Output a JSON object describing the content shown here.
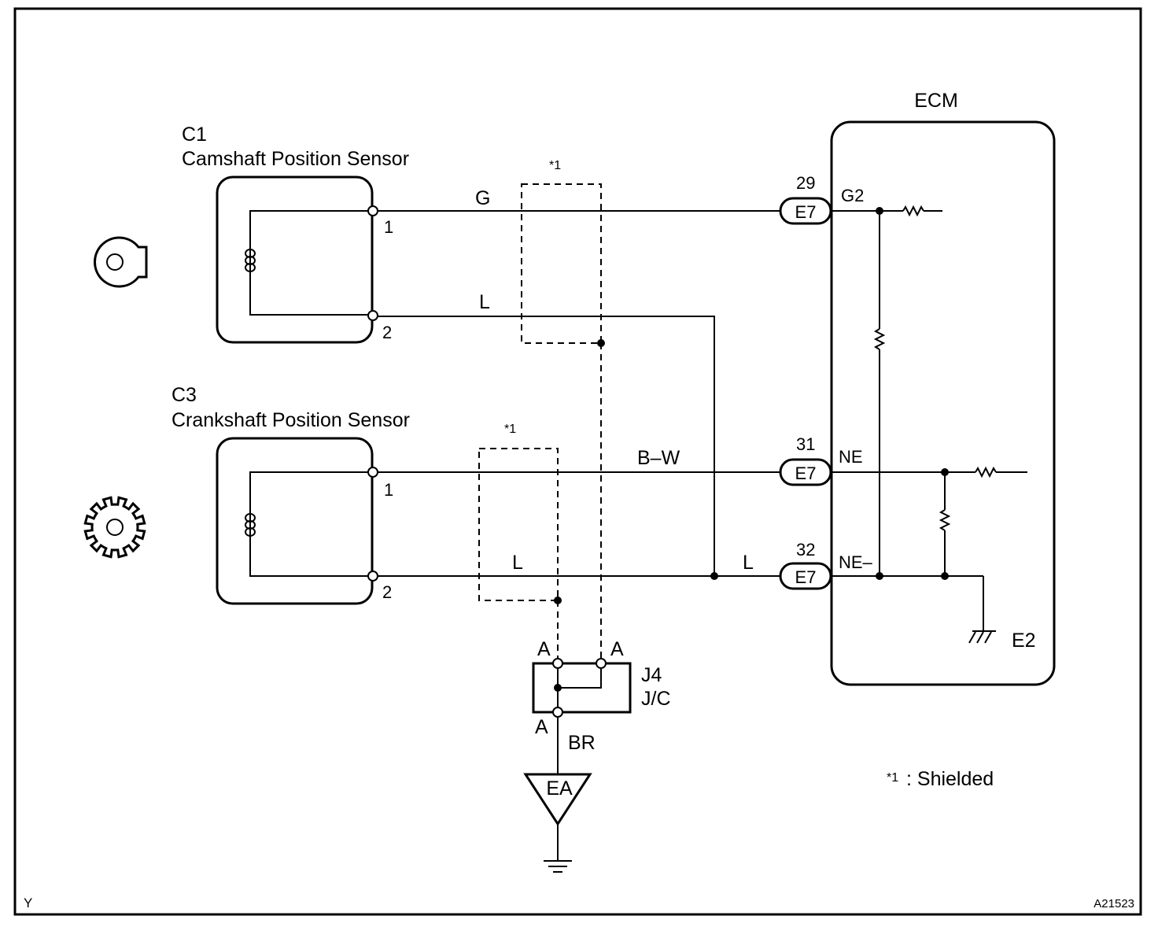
{
  "ecm": {
    "title": "ECM",
    "ground_label": "E2"
  },
  "camshaft_sensor": {
    "code": "C1",
    "name": "Camshaft Position Sensor",
    "pin1": "1",
    "pin2": "2"
  },
  "crankshaft_sensor": {
    "code": "C3",
    "name": "Crankshaft Position Sensor",
    "pin1": "1",
    "pin2": "2"
  },
  "shield_marks": {
    "mark1": "*1",
    "mark2": "*1"
  },
  "wires": {
    "g": "G",
    "l_cam": "L",
    "bw": "B–W",
    "l_crank": "L",
    "l_ecm": "L",
    "br": "BR"
  },
  "connectors": {
    "c29": {
      "number": "29",
      "code": "E7",
      "signal": "G2"
    },
    "c31": {
      "number": "31",
      "code": "E7",
      "signal": "NE"
    },
    "c32": {
      "number": "32",
      "code": "E7",
      "signal": "NE–"
    }
  },
  "junction": {
    "code": "J4",
    "type": "J/C",
    "pin_top_left": "A",
    "pin_top_right": "A",
    "pin_bottom": "A"
  },
  "ground_point": {
    "label": "EA"
  },
  "legend": {
    "mark": "*1",
    "text": ": Shielded"
  },
  "footer": {
    "left": "Y",
    "right": "A21523"
  }
}
